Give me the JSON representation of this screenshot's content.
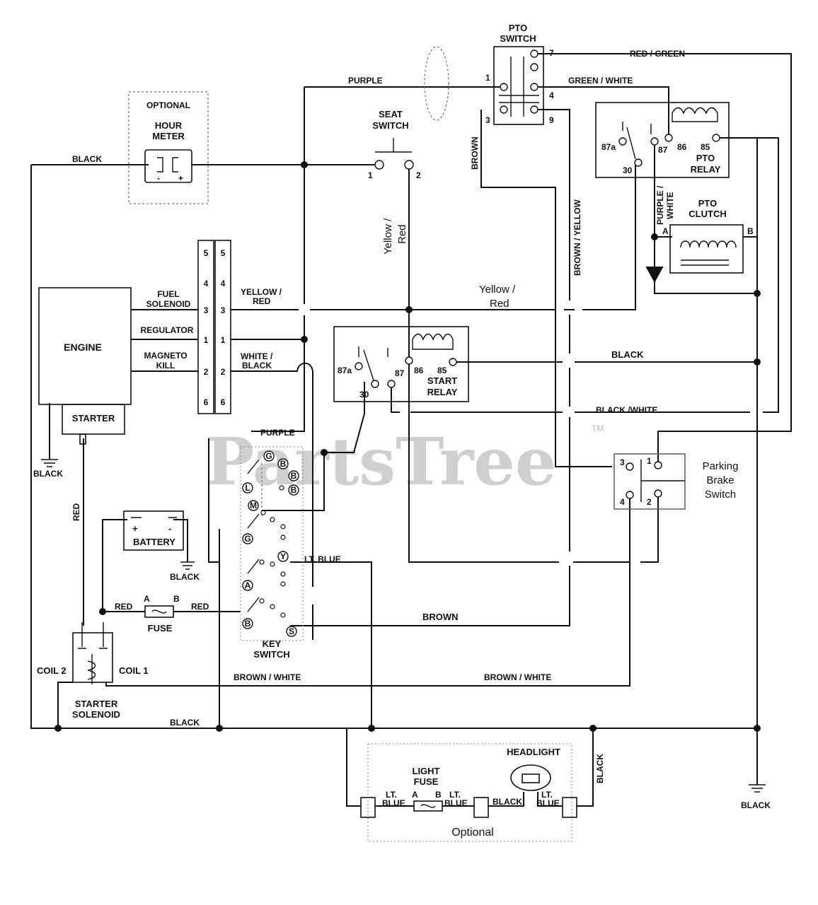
{
  "watermark": {
    "text": "PartsTree",
    "tm": "TM"
  },
  "hour_meter": {
    "optional": "OPTIONAL",
    "line1": "HOUR",
    "line2": "METER",
    "minus": "-",
    "plus": "+"
  },
  "engine": {
    "label": "ENGINE",
    "starter": "STARTER",
    "fuel_solenoid_1": "FUEL",
    "fuel_solenoid_2": "SOLENOID",
    "regulator": "REGULATOR",
    "magneto_1": "MAGNETO",
    "magneto_2": "KILL"
  },
  "connector": {
    "pins": [
      "5",
      "4",
      "3",
      "1",
      "2",
      "6"
    ]
  },
  "seat_switch": {
    "line1": "SEAT",
    "line2": "SWITCH",
    "pin1": "1",
    "pin2": "2"
  },
  "pto_switch": {
    "line1": "PTO",
    "line2": "SWITCH",
    "pin1": "1",
    "pin3": "3",
    "pin4": "4",
    "pin7": "7",
    "pin9": "9"
  },
  "pto_relay": {
    "line1": "PTO",
    "line2": "RELAY",
    "p87a": "87a",
    "p30": "30",
    "p87": "87",
    "p86": "86",
    "p85": "85"
  },
  "pto_clutch": {
    "line1": "PTO",
    "line2": "CLUTCH",
    "a": "A",
    "b": "B"
  },
  "start_relay": {
    "line1": "START",
    "line2": "RELAY",
    "p87a": "87a",
    "p30": "30",
    "p87": "87",
    "p86": "86",
    "p85": "85"
  },
  "battery": {
    "label": "BATTERY",
    "plus": "+",
    "minus": "-"
  },
  "fuse": {
    "label": "FUSE",
    "a": "A",
    "b": "B"
  },
  "key_switch": {
    "line1": "KEY",
    "line2": "SWITCH",
    "letters": [
      "G",
      "B",
      "B",
      "B",
      "L",
      "M",
      "G",
      "Y",
      "A",
      "B",
      "S"
    ]
  },
  "starter_solenoid": {
    "coil2": "COIL 2",
    "coil1": "COIL 1",
    "line1": "STARTER",
    "line2": "SOLENOID"
  },
  "parking_brake": {
    "line1": "Parking",
    "line2": "Brake",
    "line3": "Switch",
    "p1": "1",
    "p2": "2",
    "p3": "3",
    "p4": "4"
  },
  "light": {
    "headlight": "HEADLIGHT",
    "fuse1": "LIGHT",
    "fuse2": "FUSE",
    "a": "A",
    "b": "B",
    "optional": "Optional"
  },
  "wires": {
    "black": "BLACK",
    "purple": "PURPLE",
    "red_green": "RED / GREEN",
    "green_white": "GREEN / WHITE",
    "brown": "BROWN",
    "brown_yellow": "BROWN / YELLOW",
    "purple_white_1": "PURPLE /",
    "purple_white_2": "WHITE",
    "yellow_red_v1": "Yellow /",
    "yellow_red_v2": "Red",
    "yellow_red_caps1": "YELLOW /",
    "yellow_red_caps2": "RED",
    "yellow_red_h1": "Yellow /",
    "yellow_red_h2": "Red",
    "white_black_1": "WHITE /",
    "white_black_2": "BLACK",
    "black_white": "BLACK /WHITE",
    "red": "RED",
    "lt_blue": "LT. BLUE",
    "lt": "LT.",
    "blue": "BLUE",
    "brown_white": "BROWN / WHITE"
  }
}
